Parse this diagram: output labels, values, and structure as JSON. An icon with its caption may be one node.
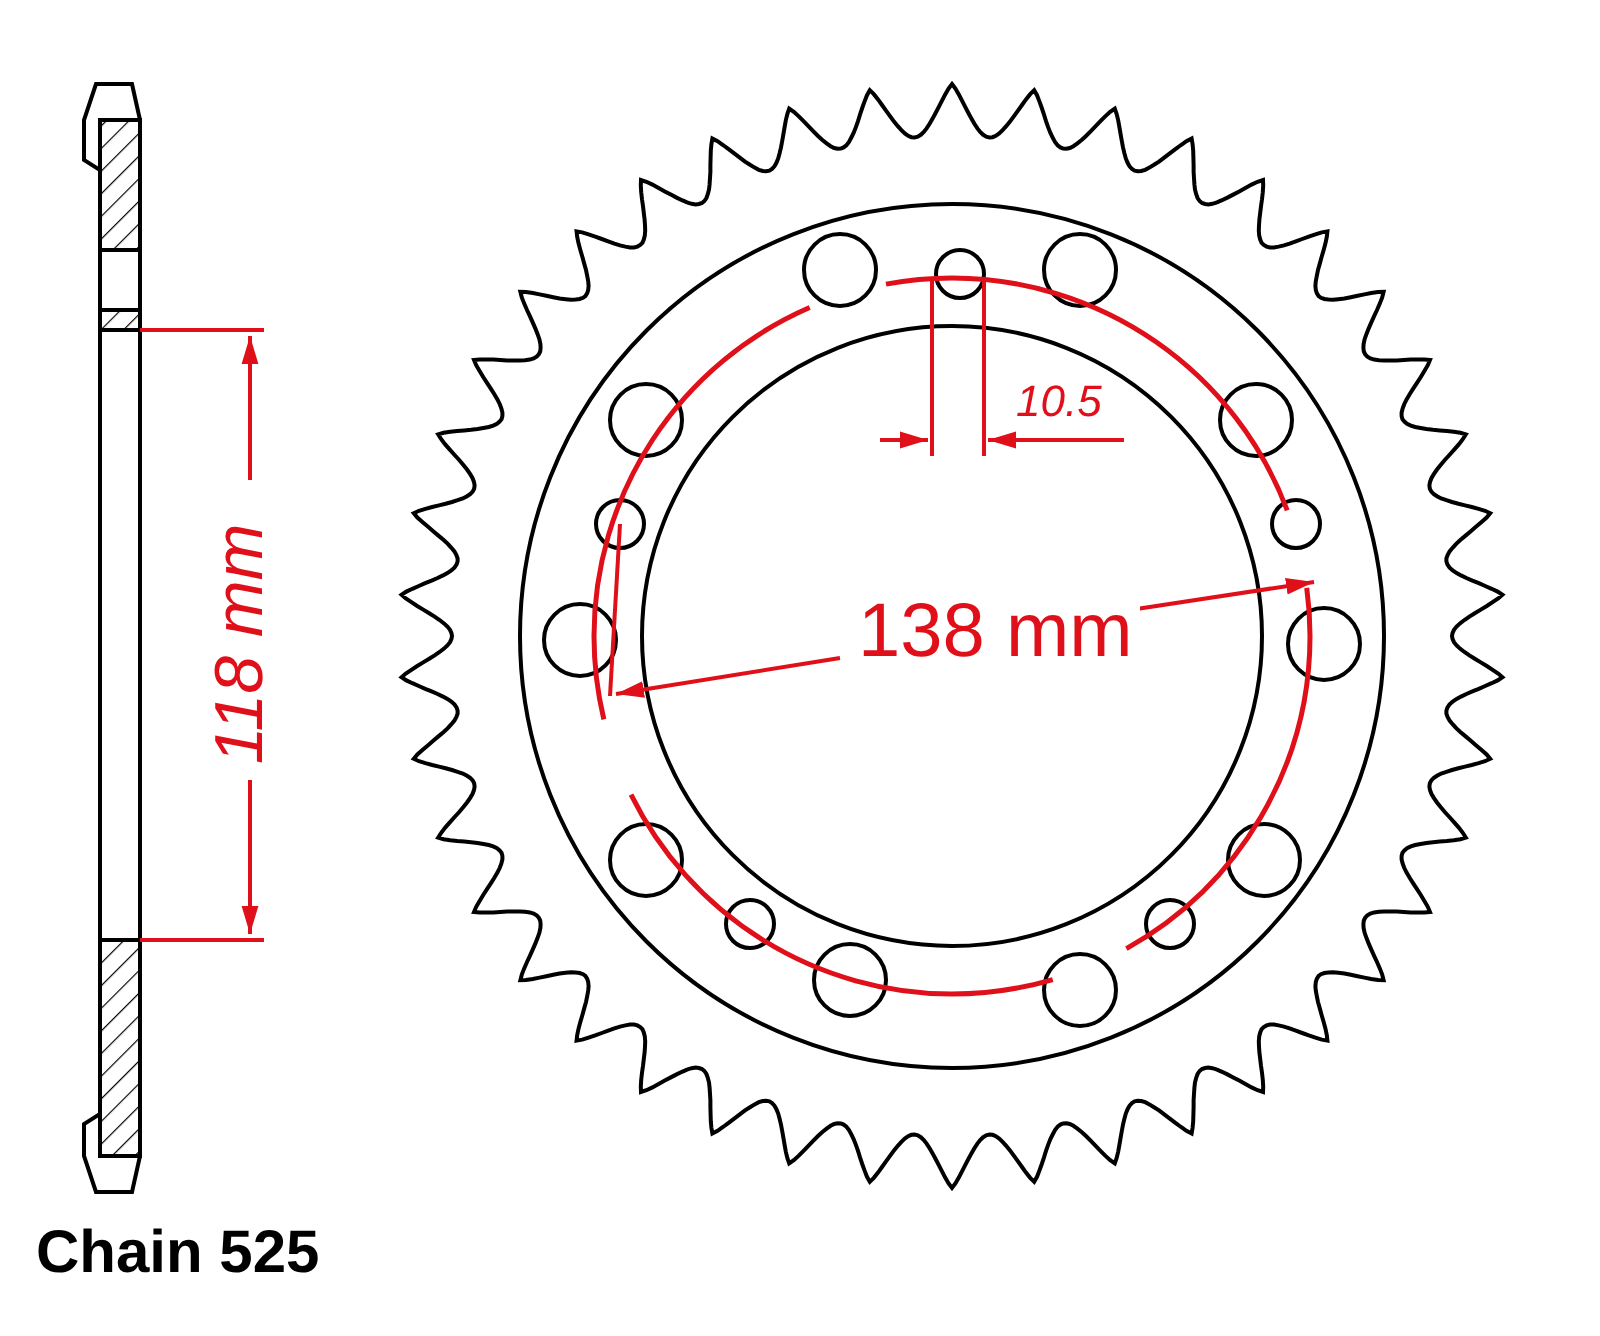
{
  "diagram": {
    "labels": [
      "118 mm",
      "10.5",
      "138 mm",
      "Chain 525"
    ]
  }
}
